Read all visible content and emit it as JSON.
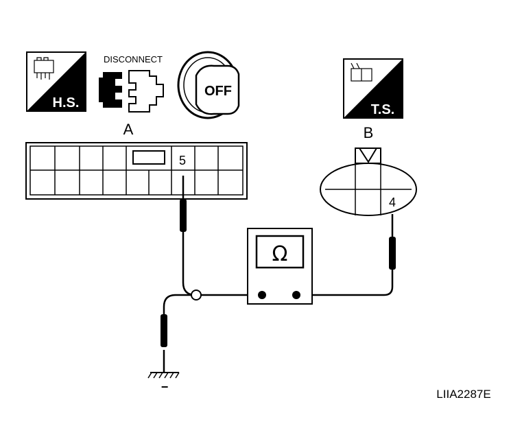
{
  "icons": {
    "hs_label": "H.S.",
    "disconnect_label": "DISCONNECT",
    "off_label": "OFF",
    "ts_label": "T.S."
  },
  "connectors": {
    "a": {
      "letter": "A",
      "terminal": "5"
    },
    "b": {
      "letter": "B",
      "terminal": "4"
    }
  },
  "meter": {
    "symbol": "Ω"
  },
  "ground": {
    "symbol": "−"
  },
  "figure_id": "LIIA2287E"
}
